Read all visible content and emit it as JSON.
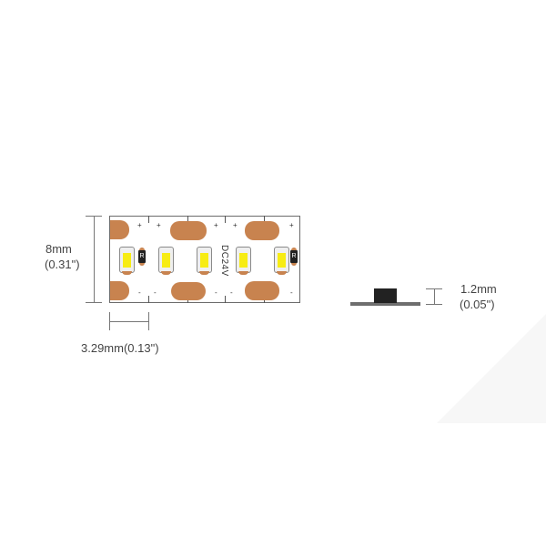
{
  "diagram": {
    "subject": "LED strip dimension drawing",
    "width_label": {
      "line1": "8mm",
      "line2": "(0.31\")"
    },
    "segment_label": "3.29mm(0.13\")",
    "height_label": {
      "line1": "1.2mm",
      "line2": "(0.05\")"
    },
    "voltage_marking": "DC24V",
    "resistor_marking": "R",
    "polarity": {
      "positive": "+",
      "negative": "-"
    },
    "colors": {
      "pad": "#c8834f",
      "led_chip": "#f7ec13",
      "outline": "#6b6b6b",
      "profile_base": "#6e6e6e",
      "profile_component": "#222222"
    }
  }
}
